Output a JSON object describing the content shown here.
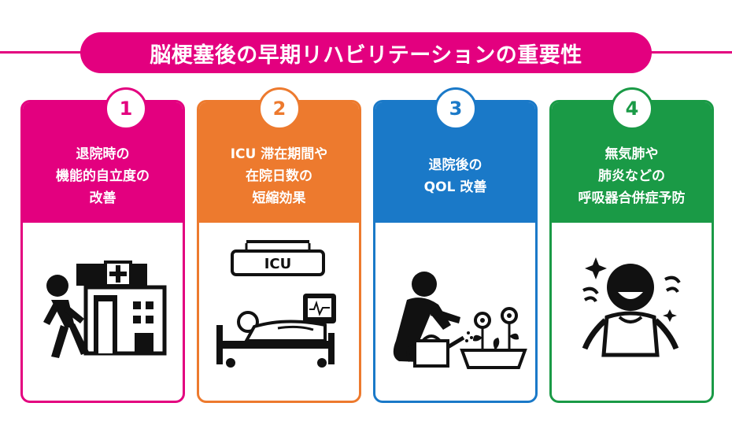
{
  "header": {
    "title": "脳梗塞後の早期リハビリテーションの重要性",
    "color": "#e3007f"
  },
  "cards": [
    {
      "number": "1",
      "title": "退院時の\n機能的自立度の\n改善",
      "color": "#e3007f",
      "icon": "patient-leaving-hospital-icon"
    },
    {
      "number": "2",
      "title": "ICU 滞在期間や\n在院日数の\n短縮効果",
      "color": "#ed7a2e",
      "icon": "icu-bed-patient-icon",
      "sign_text": "ICU"
    },
    {
      "number": "3",
      "title": "退院後の\nQOL 改善",
      "color": "#1a79c8",
      "icon": "gardening-person-icon"
    },
    {
      "number": "4",
      "title": "無気肺や\n肺炎などの\n呼吸器合併症予防",
      "color": "#1a9a46",
      "icon": "happy-breathing-person-icon"
    }
  ]
}
